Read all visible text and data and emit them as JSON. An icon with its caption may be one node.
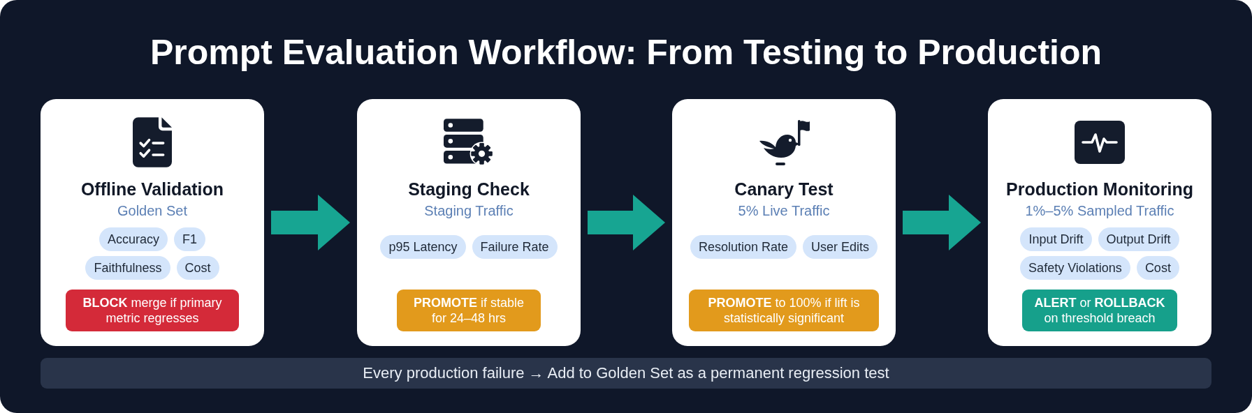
{
  "diagram": {
    "title": "Prompt Evaluation Workflow: From Testing to Production",
    "nodes": [
      {
        "text": [
          "Offline Validation",
          "Golden Set"
        ]
      },
      {
        "text": [
          "Accuracy"
        ],
        "in": 0
      },
      {
        "text": [
          "F1"
        ],
        "in": 0
      },
      {
        "text": [
          "Faithfulness"
        ],
        "in": 0
      },
      {
        "text": [
          "Cost"
        ],
        "in": 0
      },
      {
        "text": [
          "**BLOCK** merge if primary metric regresses"
        ],
        "in": 0
      },
      {
        "text": [
          "Staging Check",
          "Staging Traffic"
        ]
      },
      {
        "text": [
          "p95 Latency"
        ],
        "in": 6
      },
      {
        "text": [
          "Failure Rate"
        ],
        "in": 6
      },
      {
        "text": [
          "**PROMOTE** if stable for 24–48 hrs"
        ],
        "in": 6
      },
      {
        "text": [
          "Canary Test",
          "5% Live Traffic"
        ]
      },
      {
        "text": [
          "Resolution Rate"
        ],
        "in": 10
      },
      {
        "text": [
          "User Edits"
        ],
        "in": 10
      },
      {
        "text": [
          "**PROMOTE** to 100% if lift is statistically significant"
        ],
        "in": 10
      },
      {
        "text": [
          "Production Monitoring",
          "1%–5% Sampled Traffic"
        ]
      },
      {
        "text": [
          "Input Drift"
        ],
        "in": 14
      },
      {
        "text": [
          "Output Drift"
        ],
        "in": 14
      },
      {
        "text": [
          "Safety Violations"
        ],
        "in": 14
      },
      {
        "text": [
          "Cost"
        ],
        "in": 14
      },
      {
        "text": [
          "**ALERT** or **ROLLBACK** on threshold breach"
        ],
        "in": 14
      },
      {
        "text": [
          "Every production failure → Add to Golden Set as a permanent regression test"
        ]
      }
    ],
    "edges": [
      {
        "from": 0,
        "to": 6,
        "arrow": "to"
      },
      {
        "from": 6,
        "to": 10,
        "arrow": "to"
      },
      {
        "from": 10,
        "to": 14,
        "arrow": "to"
      }
    ]
  }
}
